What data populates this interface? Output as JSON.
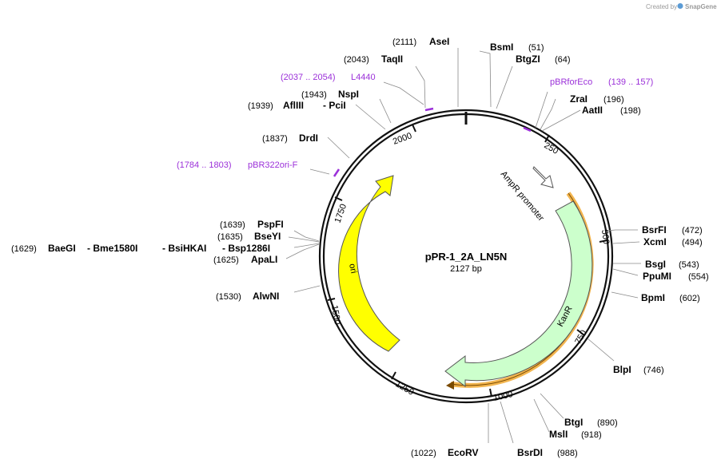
{
  "credit": {
    "prefix": "Created by",
    "brand": "SnapGene"
  },
  "plasmid": {
    "name": "pPR-1_2A_LN5N",
    "length_label": "2127 bp"
  },
  "ruler": [
    "250",
    "500",
    "750",
    "1000",
    "1250",
    "1500",
    "1750",
    "2000"
  ],
  "features": {
    "ampr_promoter": "AmpR promoter",
    "kanr": "KanR",
    "ori": "ori"
  },
  "right_sites": [
    {
      "name": "BsmI",
      "pos": "(51)"
    },
    {
      "name": "BtgZI",
      "pos": "(64)"
    },
    {
      "name": "ZraI",
      "pos": "(196)"
    },
    {
      "name": "AatII",
      "pos": "(198)"
    },
    {
      "name": "BsrFI",
      "pos": "(472)"
    },
    {
      "name": "XcmI",
      "pos": "(494)"
    },
    {
      "name": "BsgI",
      "pos": "(543)"
    },
    {
      "name": "PpuMI",
      "pos": "(554)"
    },
    {
      "name": "BpmI",
      "pos": "(602)"
    },
    {
      "name": "BlpI",
      "pos": "(746)"
    },
    {
      "name": "BtgI",
      "pos": "(890)"
    },
    {
      "name": "MslI",
      "pos": "(918)"
    },
    {
      "name": "BsrDI",
      "pos": "(988)"
    }
  ],
  "left_sites": {
    "asei": {
      "name": "AseI",
      "pos": "(2111)"
    },
    "taqii": {
      "name": "TaqII",
      "pos": "(2043)"
    },
    "nspi": {
      "name": "NspI",
      "pos": "(1943)"
    },
    "afliii_pcii": {
      "pos": "(1939)",
      "name1": "AflIII",
      "name2": "- PciI"
    },
    "drdi": {
      "name": "DrdI",
      "pos": "(1837)"
    },
    "pspfi": {
      "name": "PspFI",
      "pos": "(1639)"
    },
    "bseyi": {
      "name": "BseYI",
      "pos": "(1635)"
    },
    "baegi_group": {
      "pos": "(1629)",
      "name1": "BaeGI",
      "name2": "- Bme1580I",
      "name3": "- BsiHKAI",
      "name4": "- Bsp1286I"
    },
    "apali": {
      "name": "ApaLI",
      "pos": "(1625)"
    },
    "alwni": {
      "name": "AlwNI",
      "pos": "(1530)"
    },
    "ecorv": {
      "name": "EcoRV",
      "pos": "(1022)"
    }
  },
  "primers": [
    {
      "name": "pBRforEco",
      "range": "(139 .. 157)"
    },
    {
      "name": "L4440",
      "range": "(2037 .. 2054)"
    },
    {
      "name": "pBR322ori-F",
      "range": "(1784 .. 1803)"
    }
  ],
  "colors": {
    "backbone": "#111111",
    "ori_fill": "#ffff00",
    "kanr_fill": "#ccffcc",
    "promoter_fill": "#ffffff",
    "primer": "#9b30d9",
    "orange_band": "#f0a830",
    "leader": "#8a8a8a",
    "credit_brand": "#5b9bd5"
  }
}
